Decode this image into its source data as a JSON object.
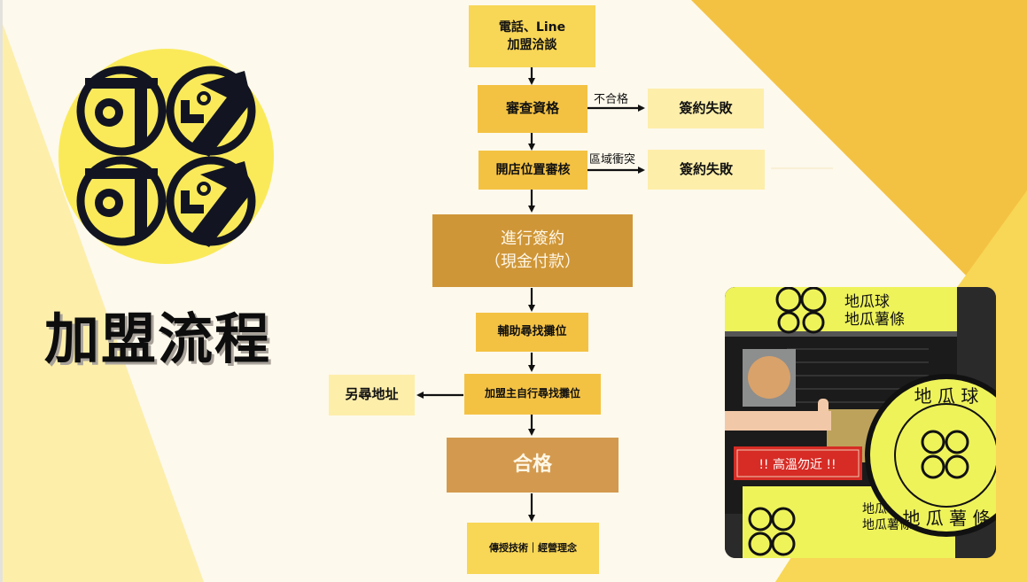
{
  "title": "加盟流程",
  "logo": {
    "text": "可以可以",
    "icon": "brand-logo-icon"
  },
  "colors": {
    "background": "#fdf9ec",
    "triangle_top_right": "#f4c243",
    "triangle_right": "#f8d656",
    "triangle_bottom_left": "#fdeeaa",
    "logo_circle": "#faea5a"
  },
  "flow": {
    "steps": [
      {
        "id": "contact",
        "lines": [
          "電話、Line",
          "加盟洽談"
        ]
      },
      {
        "id": "review",
        "label": "審查資格"
      },
      {
        "id": "location",
        "label": "開店位置審核"
      },
      {
        "id": "sign",
        "lines": [
          "進行簽約",
          "（現金付款）"
        ]
      },
      {
        "id": "assist",
        "label": "輔助尋找攤位"
      },
      {
        "id": "self",
        "label": "加盟主自行尋找攤位"
      },
      {
        "id": "pass",
        "label": "合格"
      },
      {
        "id": "teach",
        "label": "傳授技術｜經營理念"
      }
    ],
    "branches": [
      {
        "from": "review",
        "condition": "不合格",
        "result": "簽約失敗"
      },
      {
        "from": "location",
        "condition": "區域衝突",
        "result": "簽約失敗"
      },
      {
        "from": "self",
        "condition": "",
        "result": "另尋地址"
      }
    ]
  },
  "photo": {
    "sign_top_line1": "地瓜球",
    "sign_top_line2": "地瓜薯條",
    "warning_sign": "!! 高溫勿近 !!",
    "round_sign_top": "地 瓜 球",
    "round_sign_bottom": "地 瓜 薯 條",
    "lower_sign_line1": "地瓜球",
    "lower_sign_line2": "地瓜薯條"
  }
}
